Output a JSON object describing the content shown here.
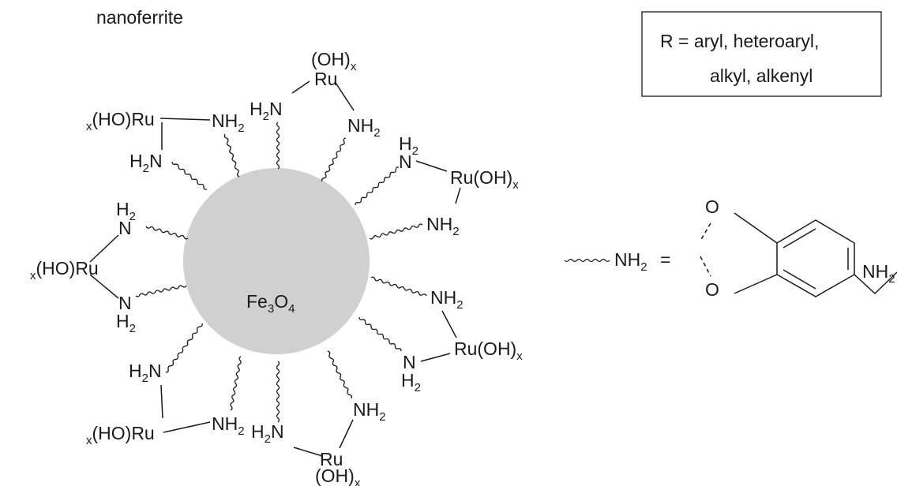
{
  "title": "nanoferrite",
  "core_label": {
    "main": "Fe",
    "sub1": "3",
    "mid": "O",
    "sub2": "4"
  },
  "legend_box": {
    "line1": "R = aryl, heteroaryl,",
    "line2": "alkyl, alkenyl"
  },
  "labels": {
    "nh2": "NH",
    "h2n": "H",
    "n": "N",
    "h2": "H",
    "two": "2",
    "ru": "Ru",
    "x": "x",
    "ho_ru": "(HO)Ru",
    "ru_oh": "Ru(OH)",
    "oh": "(OH)",
    "o": "O",
    "equals": "="
  },
  "colors": {
    "core_fill": "#d0d0d0",
    "ink": "#1a1a1a"
  }
}
